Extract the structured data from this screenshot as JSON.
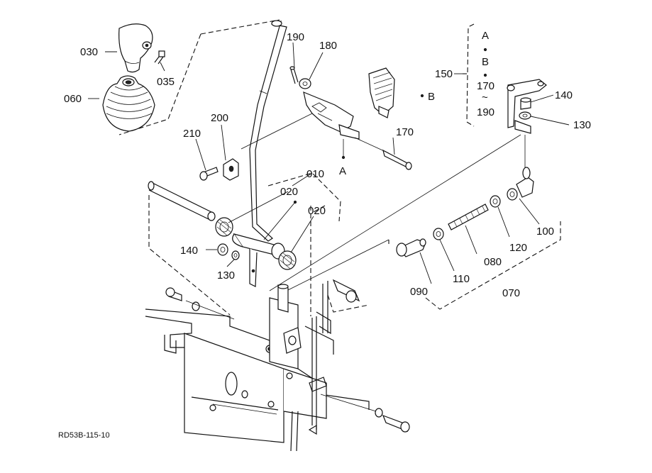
{
  "drawing_ref": "RD53B-115-10",
  "labels": {
    "p030": "030",
    "p035": "035",
    "p060": "060",
    "p190": "190",
    "p180": "180",
    "p200": "200",
    "p210": "210",
    "p010": "010",
    "p020a": "020",
    "p020b": "020",
    "p140a": "140",
    "p130a": "130",
    "p170": "170",
    "pA": "A",
    "pB": "B",
    "p150": "150",
    "p140b": "140",
    "p130b": "130",
    "p100": "100",
    "p120": "120",
    "p080": "080",
    "p110": "110",
    "p090": "090",
    "p070": "070"
  },
  "group_150": {
    "line1": "A",
    "line2": "B",
    "line3": "170",
    "line4": "~",
    "line5": "190"
  }
}
